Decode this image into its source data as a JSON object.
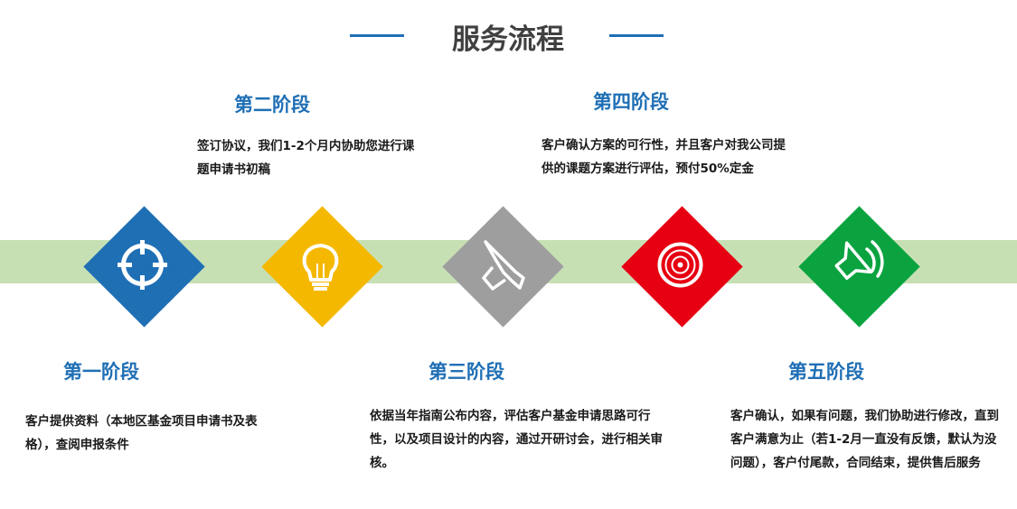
{
  "title": "服务流程",
  "colors": {
    "accent": "#1f6fb5",
    "band": "#c6e0b4",
    "stage1": "#1f6fb5",
    "stage2": "#f5b800",
    "stage3": "#9e9e9e",
    "stage4": "#e60012",
    "stage5": "#0aa340"
  },
  "stages": [
    {
      "title": "第一阶段",
      "icon": "target-icon",
      "desc": "客户提供资料（本地区基金项目申请书及表格），查阅申报条件"
    },
    {
      "title": "第二阶段",
      "icon": "lightbulb-icon",
      "desc": "签订协议，我们1-2个月内协助您进行课题申请书初稿"
    },
    {
      "title": "第三阶段",
      "icon": "speaker-icon",
      "desc": "依据当年指南公布内容，评估客户基金申请思路可行性，以及项目设计的内容，通过开研讨会，进行相关审核。"
    },
    {
      "title": "第四阶段",
      "icon": "disc-icon",
      "desc": "客户确认方案的可行性，并且客户对我公司提供的课题方案进行评估，预付50%定金"
    },
    {
      "title": "第五阶段",
      "icon": "speaker-sound-icon",
      "desc": "客户确认，如果有问题，我们协助进行修改，直到客户满意为止（若1-2月一直没有反馈，默认为没问题），客户付尾款，合同结束，提供售后服务"
    }
  ]
}
